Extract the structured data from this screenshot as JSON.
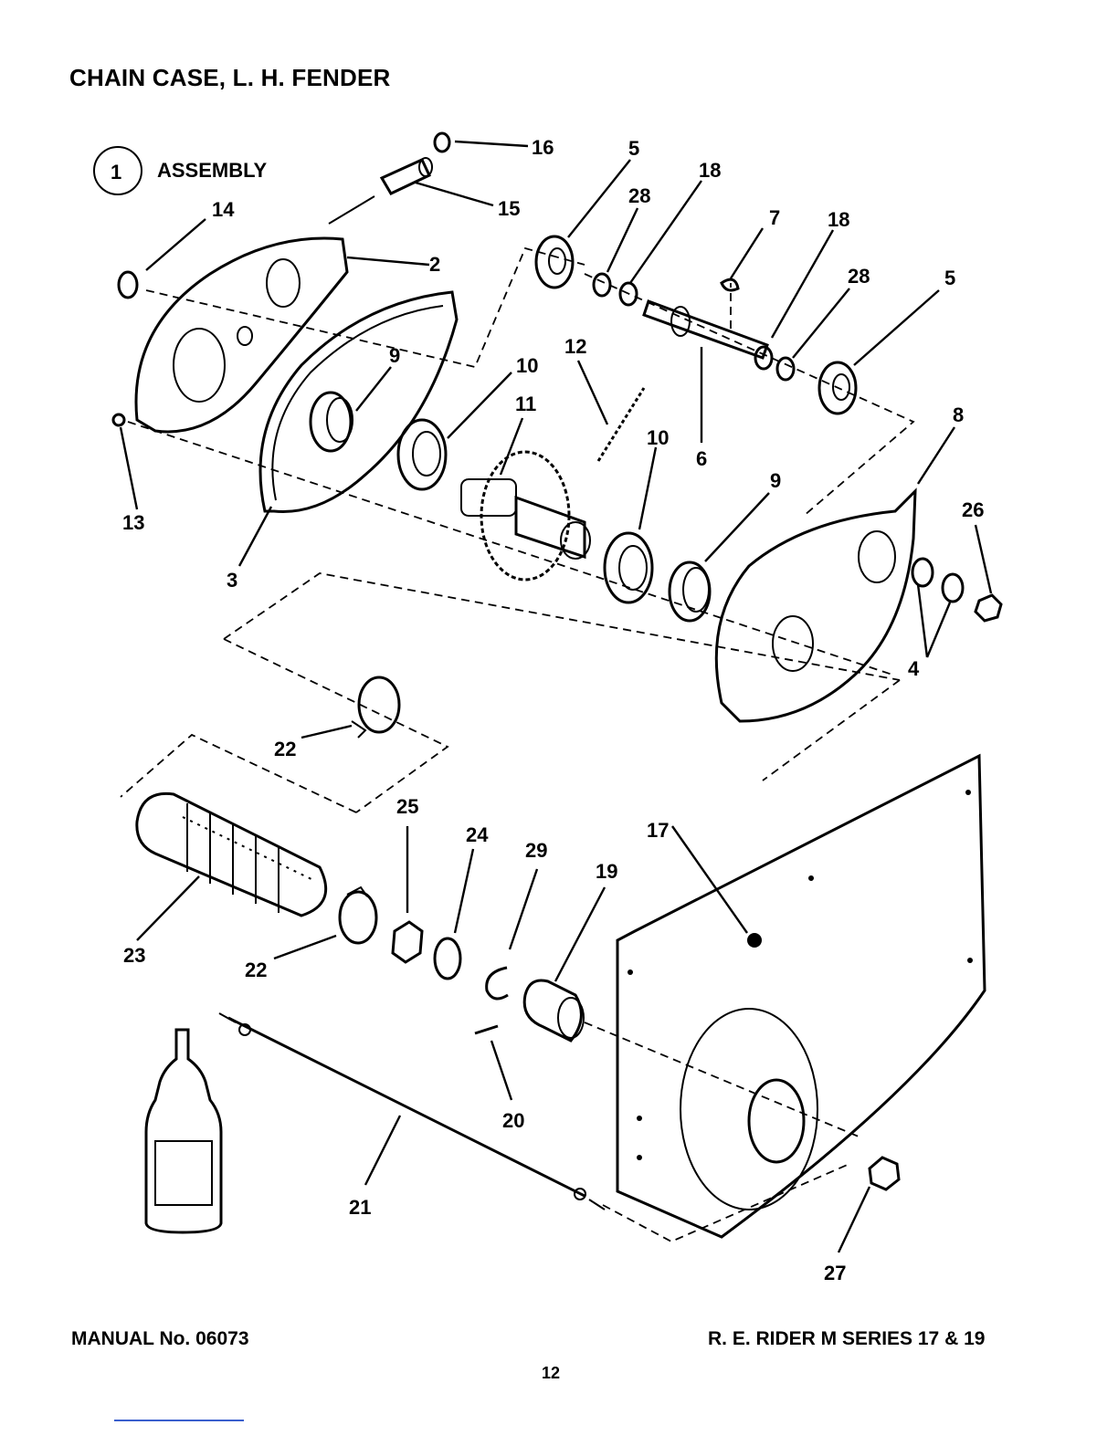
{
  "page": {
    "title": "CHAIN CASE, L. H. FENDER",
    "footer_left": "MANUAL No. 06073",
    "footer_right": "R. E. RIDER M SERIES 17 & 19",
    "page_number": "12"
  },
  "assembly": {
    "number": "1",
    "label": "ASSEMBLY"
  },
  "callouts": [
    "2",
    "3",
    "4",
    "5",
    "5",
    "6",
    "7",
    "8",
    "9",
    "9",
    "10",
    "10",
    "11",
    "12",
    "13",
    "14",
    "15",
    "16",
    "17",
    "18",
    "18",
    "19",
    "20",
    "21",
    "22",
    "22",
    "23",
    "24",
    "25",
    "26",
    "27",
    "28",
    "28",
    "29"
  ]
}
